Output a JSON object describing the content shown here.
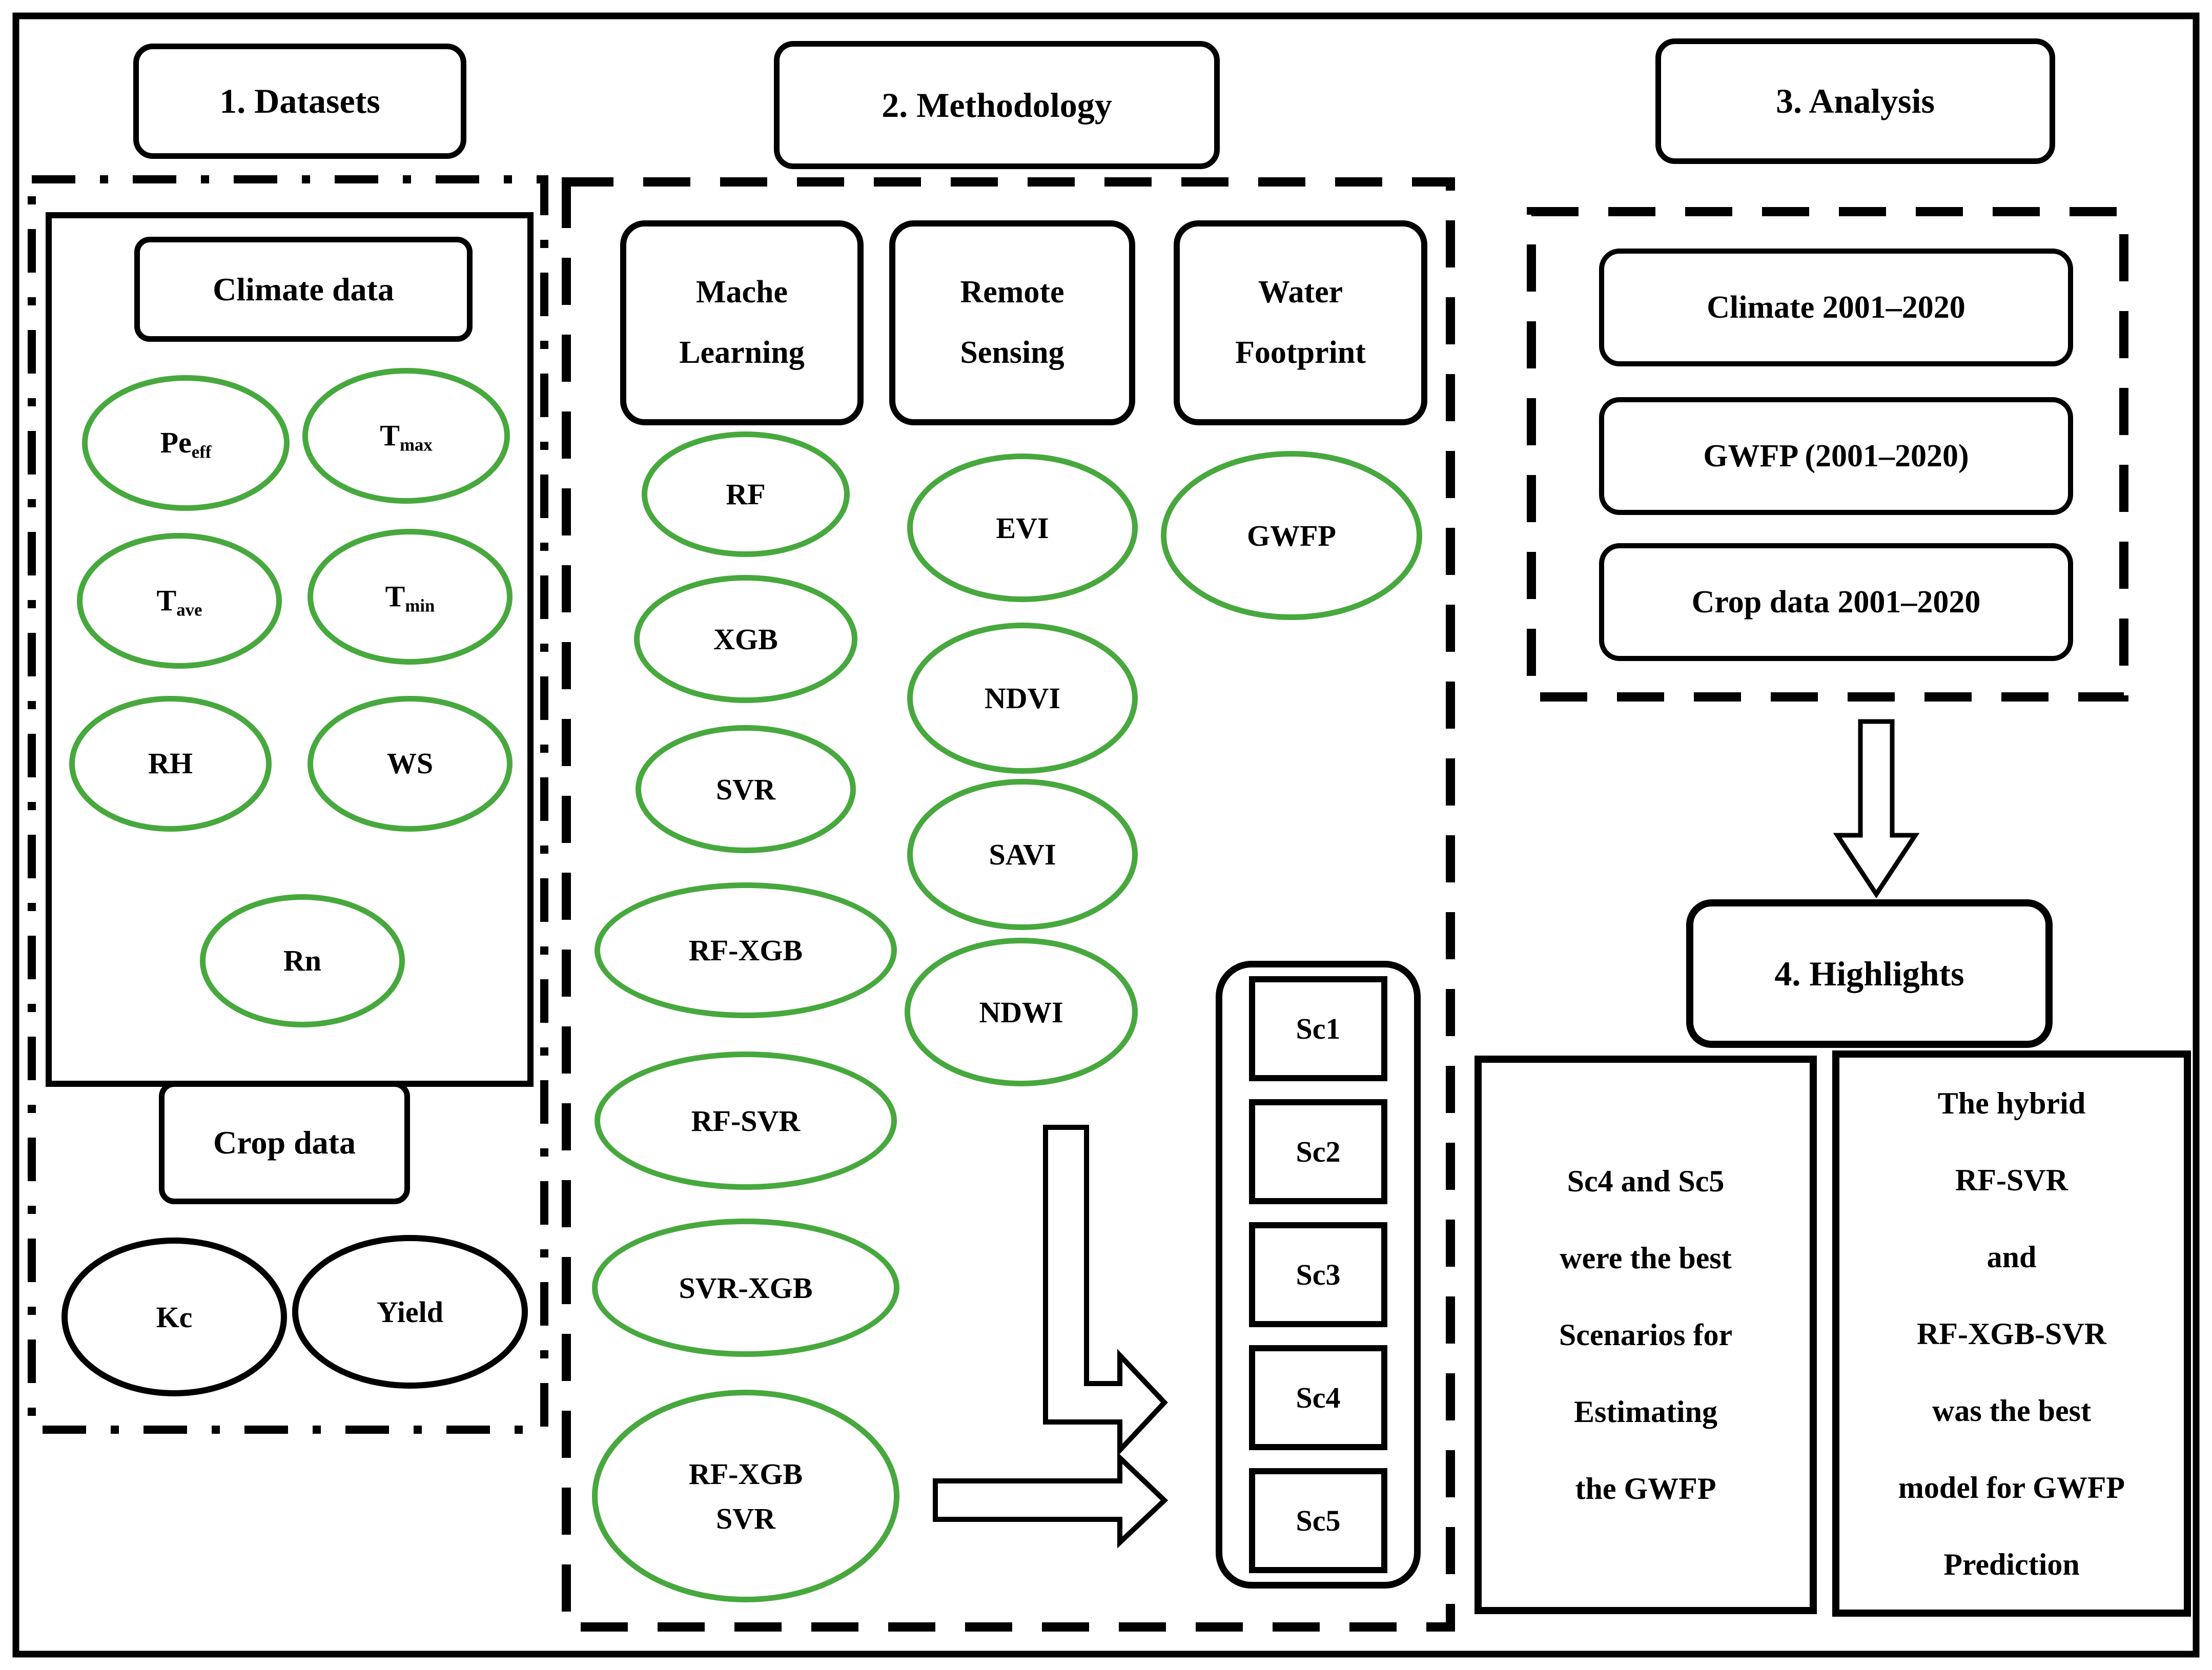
{
  "titles": {
    "datasets": "1. Datasets",
    "methodology": "2. Methodology",
    "analysis": "3. Analysis",
    "highlights": "4. Highlights"
  },
  "datasets": {
    "climate_header": "Climate data",
    "climate_items": [
      {
        "main": "Pe",
        "sub": "eff"
      },
      {
        "main": "T",
        "sub": "max"
      },
      {
        "main": "T",
        "sub": "ave"
      },
      {
        "main": "T",
        "sub": "min"
      },
      {
        "main": "RH",
        "sub": ""
      },
      {
        "main": "WS",
        "sub": ""
      },
      {
        "main": "Rn",
        "sub": ""
      }
    ],
    "crop_header": "Crop data",
    "crop_items": [
      "Kc",
      "Yield"
    ]
  },
  "methodology": {
    "columns": [
      {
        "line1": "Mache",
        "line2": "Learning"
      },
      {
        "line1": "Remote",
        "line2": "Sensing"
      },
      {
        "line1": "Water",
        "line2": "Footprint"
      }
    ],
    "ml_models": [
      "RF",
      "XGB",
      "SVR",
      "RF-XGB",
      "RF-SVR",
      "SVR-XGB"
    ],
    "ml_hybrid": {
      "line1": "RF-XGB",
      "line2": "SVR"
    },
    "rs_indices": [
      "EVI",
      "NDVI",
      "SAVI",
      "NDWI"
    ],
    "wf_model": "GWFP",
    "scenarios": [
      "Sc1",
      "Sc2",
      "Sc3",
      "Sc4",
      "Sc5"
    ]
  },
  "analysis": {
    "items": [
      "Climate 2001–2020",
      "GWFP (2001–2020)",
      "Crop data 2001–2020"
    ]
  },
  "highlights": {
    "left_lines": [
      "Sc4 and Sc5",
      "were the best",
      "Scenarios for",
      "Estimating",
      "the GWFP"
    ],
    "right_lines": [
      "The hybrid",
      "RF-SVR",
      "and",
      "RF-XGB-SVR",
      "was the best",
      "model for GWFP",
      "Prediction"
    ]
  },
  "colors": {
    "accent_green": "#47a83e",
    "ink": "#000000",
    "background": "#ffffff"
  }
}
